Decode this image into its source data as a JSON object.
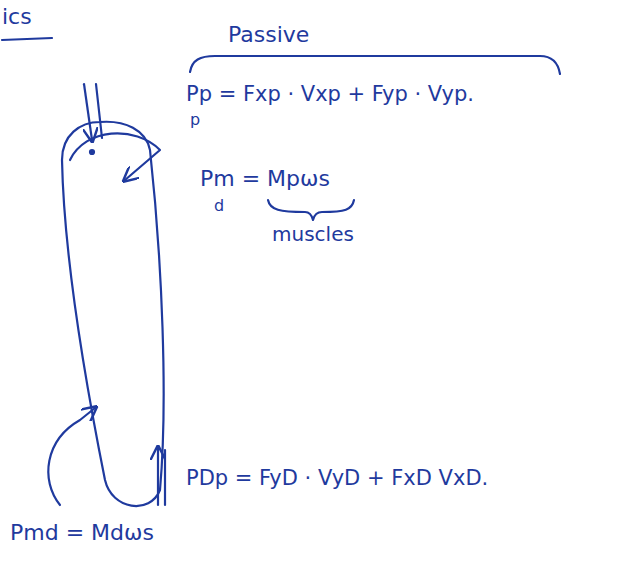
{
  "diagram": {
    "labels": [
      "ics",
      "Passive",
      "Pp = Fxp · Vxp + Fyp · Vyp.",
      "p",
      "Pm = Mpωs",
      "d",
      "muscles",
      "PDp = FyD · VyD + FxD VxD.",
      "Pmd = Mdωs"
    ]
  }
}
